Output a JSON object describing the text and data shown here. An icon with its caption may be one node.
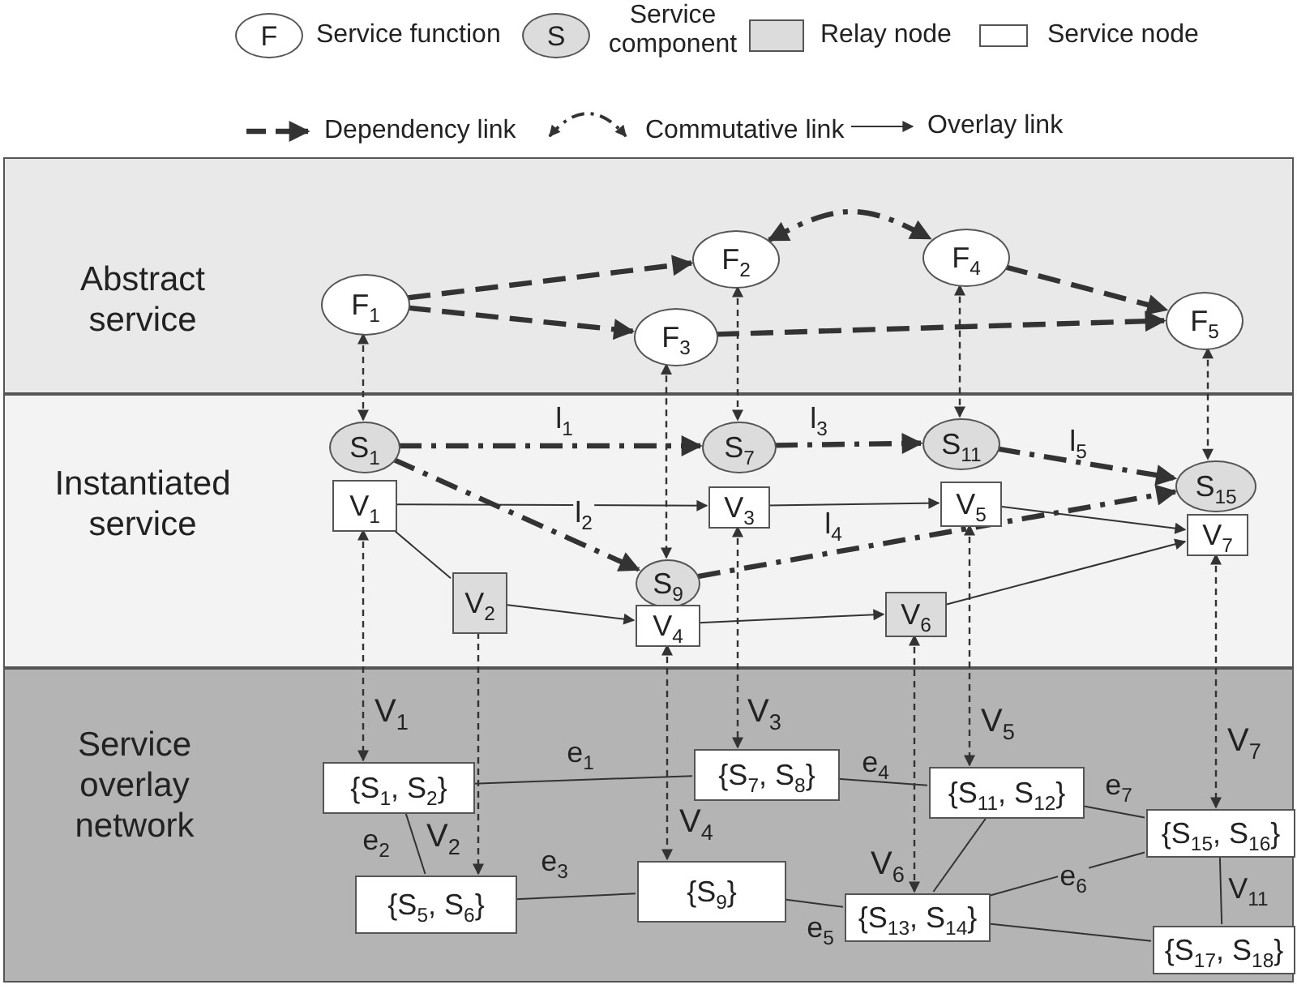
{
  "diagram": {
    "nodes": [
      {
        "text": [
          "Abstract service"
        ]
      },
      {
        "text": [
          "Instantiated service"
        ]
      },
      {
        "text": [
          "Service overlay network"
        ]
      },
      {
        "text": [
          "F$_{1}$"
        ],
        "in": 0
      },
      {
        "text": [
          "F$_{2}$"
        ],
        "in": 0
      },
      {
        "text": [
          "F$_{3}$"
        ],
        "in": 0
      },
      {
        "text": [
          "F$_{4}$"
        ],
        "in": 0
      },
      {
        "text": [
          "F$_{5}$"
        ],
        "in": 0
      },
      {
        "text": [
          "S$_{1}$"
        ],
        "in": 1
      },
      {
        "text": [
          "S$_{7}$"
        ],
        "in": 1
      },
      {
        "text": [
          "S$_{11}$"
        ],
        "in": 1
      },
      {
        "text": [
          "S$_{15}$"
        ],
        "in": 1
      },
      {
        "text": [
          "V$_{1}$"
        ],
        "in": 1
      },
      {
        "text": [
          "V$_{3}$"
        ],
        "in": 1
      },
      {
        "text": [
          "V$_{5}$"
        ],
        "in": 1
      },
      {
        "text": [
          "V$_{7}$"
        ],
        "in": 1
      },
      {
        "text": [
          "V$_{2}$"
        ],
        "in": 1
      },
      {
        "text": [
          "S$_{9}$"
        ],
        "in": 1
      },
      {
        "text": [
          "V$_{4}$"
        ],
        "in": 1
      },
      {
        "text": [
          "V$_{6}$"
        ],
        "in": 1
      },
      {
        "text": [
          "{S$_{1}$, S$_{2}$}"
        ],
        "in": 2,
        "beside": [
          "V$_{1}$"
        ]
      },
      {
        "text": [
          "{S$_{7}$, S$_{8}$}"
        ],
        "in": 2,
        "beside": [
          "V$_{3}$"
        ]
      },
      {
        "text": [
          "{S$_{11}$, S$_{12}$}"
        ],
        "in": 2,
        "beside": [
          "V$_{5}$"
        ]
      },
      {
        "text": [
          "{S$_{15}$, S$_{16}$}"
        ],
        "in": 2,
        "beside": [
          "V$_{7}$"
        ]
      },
      {
        "text": [
          "{S$_{5}$, S$_{6}$}"
        ],
        "in": 2,
        "beside": [
          "V$_{2}$"
        ]
      },
      {
        "text": [
          "{S$_{9}$}"
        ],
        "in": 2,
        "beside": [
          "V$_{4}$"
        ]
      },
      {
        "text": [
          "{S$_{13}$, S$_{14}$}"
        ],
        "in": 2,
        "beside": [
          "V$_{6}$"
        ]
      },
      {
        "text": [
          "{S$_{17}$, S$_{18}$}"
        ],
        "in": 2
      }
    ],
    "edges": [
      {
        "from": 3,
        "to": 4,
        "arrow": "to",
        "style": "dashed"
      },
      {
        "from": 3,
        "to": 5,
        "arrow": "to",
        "style": "dashed"
      },
      {
        "from": 5,
        "to": 7,
        "arrow": "to",
        "style": "dashed"
      },
      {
        "from": 6,
        "to": 7,
        "arrow": "to",
        "style": "dashed"
      },
      {
        "from": 4,
        "to": 6,
        "arrow": "both",
        "style": "dashed"
      },
      {
        "from": 3,
        "to": 8,
        "arrow": "both",
        "style": "dashed"
      },
      {
        "from": 4,
        "to": 9,
        "arrow": "both",
        "style": "dashed"
      },
      {
        "from": 5,
        "to": 17,
        "arrow": "both",
        "style": "dashed"
      },
      {
        "from": 6,
        "to": 10,
        "arrow": "both",
        "style": "dashed"
      },
      {
        "from": 7,
        "to": 11,
        "arrow": "both",
        "style": "dashed"
      },
      {
        "from": 8,
        "to": 9,
        "arrow": "to",
        "style": "dashed",
        "label": "l$_{1}$"
      },
      {
        "from": 8,
        "to": 17,
        "arrow": "to",
        "style": "dashed",
        "label": "l$_{2}$"
      },
      {
        "from": 9,
        "to": 10,
        "arrow": "to",
        "style": "dashed",
        "label": "l$_{3}$"
      },
      {
        "from": 17,
        "to": 11,
        "arrow": "to",
        "style": "dashed",
        "label": "l$_{4}$"
      },
      {
        "from": 10,
        "to": 11,
        "arrow": "to",
        "style": "dashed",
        "label": "l$_{5}$"
      },
      {
        "from": 12,
        "to": 13,
        "arrow": "to"
      },
      {
        "from": 13,
        "to": 14,
        "arrow": "to"
      },
      {
        "from": 14,
        "to": 15,
        "arrow": "to"
      },
      {
        "from": 12,
        "to": 16,
        "arrow": "none"
      },
      {
        "from": 16,
        "to": 18,
        "arrow": "to"
      },
      {
        "from": 18,
        "to": 19,
        "arrow": "to"
      },
      {
        "from": 19,
        "to": 15,
        "arrow": "to"
      },
      {
        "from": 12,
        "to": 20,
        "arrow": "both",
        "style": "dashed"
      },
      {
        "from": 16,
        "to": 24,
        "arrow": "to",
        "style": "dashed"
      },
      {
        "from": 13,
        "to": 21,
        "arrow": "both",
        "style": "dashed"
      },
      {
        "from": 18,
        "to": 25,
        "arrow": "both",
        "style": "dashed"
      },
      {
        "from": 14,
        "to": 22,
        "arrow": "both",
        "style": "dashed"
      },
      {
        "from": 19,
        "to": 26,
        "arrow": "both",
        "style": "dashed"
      },
      {
        "from": 15,
        "to": 23,
        "arrow": "both",
        "style": "dashed"
      },
      {
        "from": 20,
        "to": 21,
        "arrow": "none",
        "label": "e$_{1}$"
      },
      {
        "from": 20,
        "to": 24,
        "arrow": "none",
        "label": "e$_{2}$"
      },
      {
        "from": 24,
        "to": 25,
        "arrow": "none",
        "label": "e$_{3}$"
      },
      {
        "from": 21,
        "to": 22,
        "arrow": "none",
        "label": "e$_{4}$"
      },
      {
        "from": 25,
        "to": 26,
        "arrow": "none",
        "label": "e$_{5}$"
      },
      {
        "from": 26,
        "to": 23,
        "arrow": "none",
        "label": "e$_{6}$"
      },
      {
        "from": 22,
        "to": 23,
        "arrow": "none",
        "label": "e$_{7}$"
      },
      {
        "from": 22,
        "to": 26,
        "arrow": "none"
      },
      {
        "from": 26,
        "to": 27,
        "arrow": "none"
      },
      {
        "from": 23,
        "to": 27,
        "arrow": "none",
        "label": "V$_{11}$"
      }
    ],
    "labels": [
      "F",
      "S"
    ],
    "legend": [
      {
        "text": "Service function"
      },
      {
        "text": "Service component"
      },
      {
        "text": "Relay node",
        "color": "#dcdcdc"
      },
      {
        "text": "Service node",
        "color": "#ffffff"
      },
      {
        "text": "Dependency link"
      },
      {
        "text": "Commutative link"
      },
      {
        "text": "Overlay link"
      }
    ]
  }
}
